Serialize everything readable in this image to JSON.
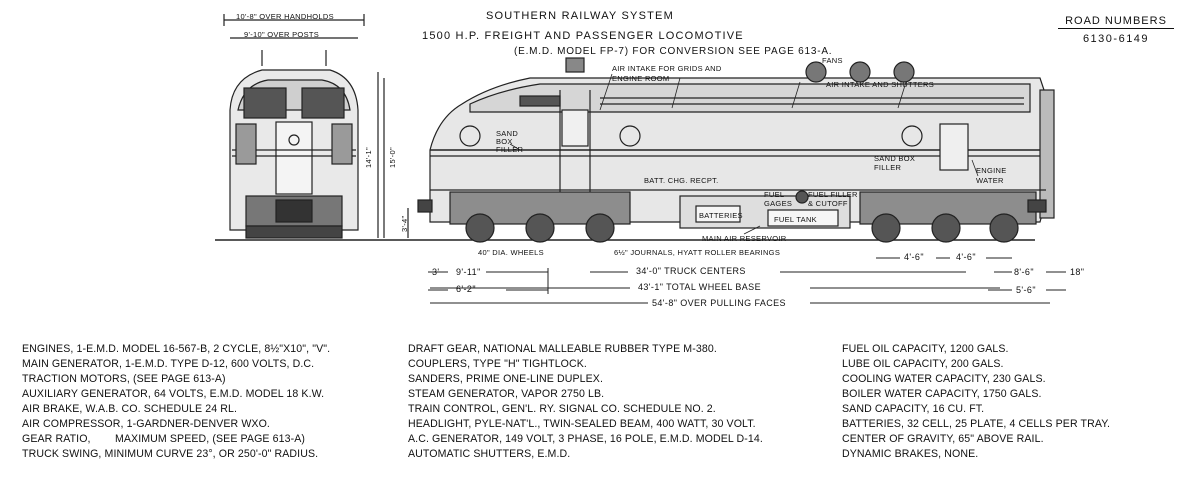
{
  "header": {
    "system": "SOUTHERN RAILWAY SYSTEM",
    "title": "1500 H.P. FREIGHT AND PASSENGER LOCOMOTIVE",
    "model": "(E.M.D. MODEL FP-7) FOR CONVERSION SEE PAGE 613-A."
  },
  "road_numbers": {
    "label": "ROAD NUMBERS",
    "value": "6130-6149"
  },
  "front_view": {
    "over_handholds": "10'-8\" OVER HANDHOLDS",
    "over_posts": "9'-10\" OVER POSTS",
    "height_a": "14'-1\"",
    "height_b": "15'-0\"",
    "height_c": "3'-4\""
  },
  "callouts": {
    "air_intake_grids": "AIR INTAKE FOR GRIDS AND ENGINE ROOM",
    "fans": "FANS",
    "air_intake_shutters": "AIR INTAKE AND SHUTTERS",
    "sand_box_filler_front": "SAND BOX FILLER",
    "sand_box_filler_rear": "SAND BOX FILLER",
    "engine_water": "ENGINE WATER",
    "batt_chg_recpt": "BATT. CHG. RECPT.",
    "fuel_gages": "FUEL GAGES",
    "fuel_filler_cutoff": "FUEL FILLER & CUTOFF",
    "batteries": "BATTERIES",
    "fuel_tank": "FUEL TANK",
    "main_air_reservoir": "MAIN AIR RESERVOIR",
    "wheel": "40\" DIA. WHEELS",
    "journals": "6½\" JOURNALS, HYATT ROLLER BEARINGS"
  },
  "dimensions": {
    "d1": "9'-11\"",
    "d2": "6'-2\"",
    "truck_centers": "34'-0\" TRUCK CENTERS",
    "total_wheel_base": "43'-1\" TOTAL WHEEL BASE",
    "over_pulling_faces": "54'-8\" OVER PULLING FACES",
    "d3": "4'-6\"",
    "d4": "4'-6\"",
    "d5": "8'-6\"",
    "d6": "18\"",
    "d7": "5'-6\"",
    "d8": "3'"
  },
  "specs": {
    "col1": [
      "ENGINES, 1-E.M.D. MODEL 16-567-B, 2 CYCLE, 8½\"X10\", \"V\".",
      "MAIN GENERATOR, 1-E.M.D. TYPE D-12, 600 VOLTS, D.C.",
      "TRACTION MOTORS, (SEE PAGE 613-A)",
      "AUXILIARY GENERATOR, 64 VOLTS, E.M.D. MODEL 18 K.W.",
      "AIR BRAKE, W.A.B. CO. SCHEDULE 24 RL.",
      "AIR COMPRESSOR, 1-GARDNER-DENVER WXO.",
      "GEAR RATIO,        MAXIMUM SPEED, (SEE PAGE 613-A)",
      "TRUCK SWING, MINIMUM CURVE 23°, OR 250'-0\" RADIUS."
    ],
    "col2": [
      "DRAFT GEAR, NATIONAL MALLEABLE RUBBER TYPE M-380.",
      "COUPLERS, TYPE \"H\" TIGHTLOCK.",
      "SANDERS, PRIME ONE-LINE DUPLEX.",
      "STEAM GENERATOR, VAPOR 2750 LB.",
      "TRAIN CONTROL, GEN'L. RY. SIGNAL CO. SCHEDULE NO. 2.",
      "HEADLIGHT, PYLE-NAT'L., TWIN-SEALED BEAM, 400 WATT, 30 VOLT.",
      "A.C. GENERATOR, 149 VOLT, 3 PHASE, 16 POLE, E.M.D. MODEL D-14.",
      "AUTOMATIC SHUTTERS, E.M.D."
    ],
    "col3": [
      "FUEL OIL CAPACITY, 1200 GALS.",
      "LUBE OIL CAPACITY, 200 GALS.",
      "COOLING WATER CAPACITY, 230 GALS.",
      "BOILER WATER CAPACITY, 1750 GALS.",
      "SAND CAPACITY, 16 CU. FT.",
      "BATTERIES, 32 CELL, 25 PLATE, 4 CELLS PER TRAY.",
      "CENTER OF GRAVITY, 65\" ABOVE RAIL.",
      "DYNAMIC BRAKES, NONE."
    ]
  }
}
